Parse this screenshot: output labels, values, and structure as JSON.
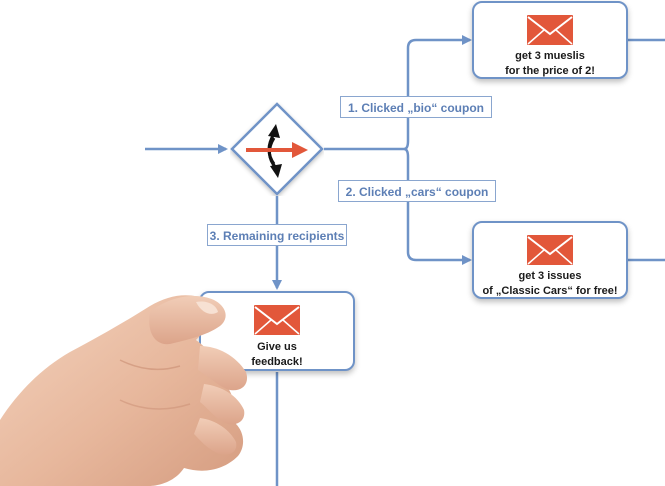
{
  "decision": {
    "icon": "split-arrows-icon"
  },
  "branches": [
    {
      "label": "1. Clicked „bio“ coupon"
    },
    {
      "label": "2. Clicked „cars“ coupon"
    },
    {
      "label": "3. Remaining recipients"
    }
  ],
  "mails": [
    {
      "icon": "envelope-icon",
      "line1": "get 3 mueslis",
      "line2": "for the price of 2!"
    },
    {
      "icon": "envelope-icon",
      "line1": "get 3 issues",
      "line2": "of „Classic Cars“ for free!"
    },
    {
      "icon": "envelope-icon",
      "line1": "Give us",
      "line2": "feedback!"
    }
  ],
  "colors": {
    "connector": "#6f93c7",
    "envelope": "#e2573a",
    "label_text": "#5d7fb5"
  }
}
